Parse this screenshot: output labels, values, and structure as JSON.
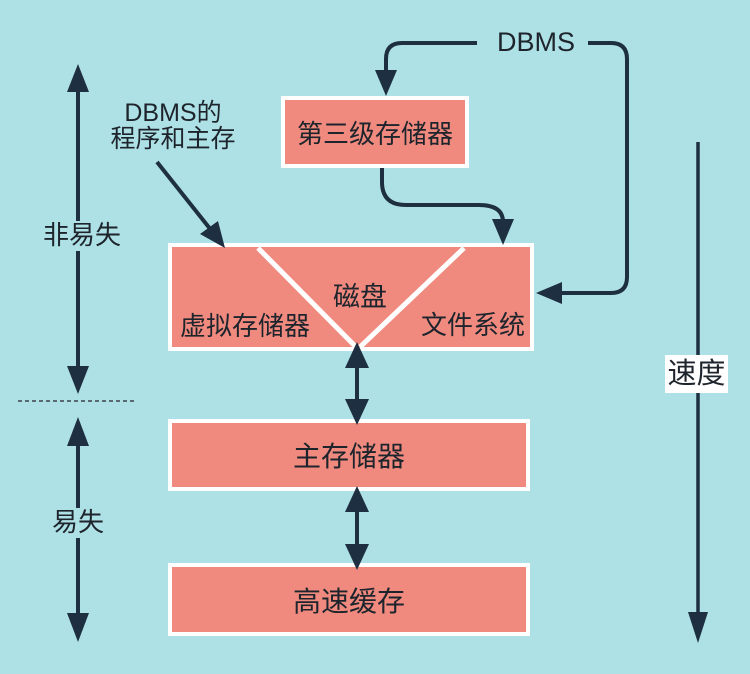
{
  "title": "DBMS storage hierarchy diagram",
  "labels": {
    "dbms": "DBMS",
    "dbms_program_line1": "DBMS的",
    "dbms_program_line2": "程序和主存",
    "non_volatile": "非易失",
    "volatile": "易失",
    "speed": "速度"
  },
  "boxes": {
    "tertiary_storage": "第三级存储器",
    "disk": "磁盘",
    "virtual_storage": "虚拟存储器",
    "file_system": "文件系统",
    "main_memory": "主存储器",
    "cache": "高速缓存"
  },
  "icons": {
    "non_volatile_range": "double-headed-vertical-arrow-icon",
    "volatile_range": "double-headed-vertical-arrow-icon",
    "disk_main_link": "double-headed-vertical-arrow-icon",
    "main_cache_link": "double-headed-vertical-arrow-icon",
    "speed_direction": "down-arrow-icon",
    "dbms_to_tertiary": "hooked-down-arrow-icon",
    "dbms_to_disk": "hooked-left-arrow-icon",
    "tertiary_to_disk": "s-curve-down-arrow-icon",
    "program_pointer": "diagonal-down-arrow-icon",
    "volatility_divider": "dotted-line"
  },
  "colors": {
    "background": "#aee1e5",
    "box_fill": "#f08a7e",
    "box_border": "#ffffff",
    "arrow": "#1e2f42",
    "text": "#1d242c",
    "speed_label_background": "#ffffff",
    "dotted_line": "#5a6a72"
  }
}
